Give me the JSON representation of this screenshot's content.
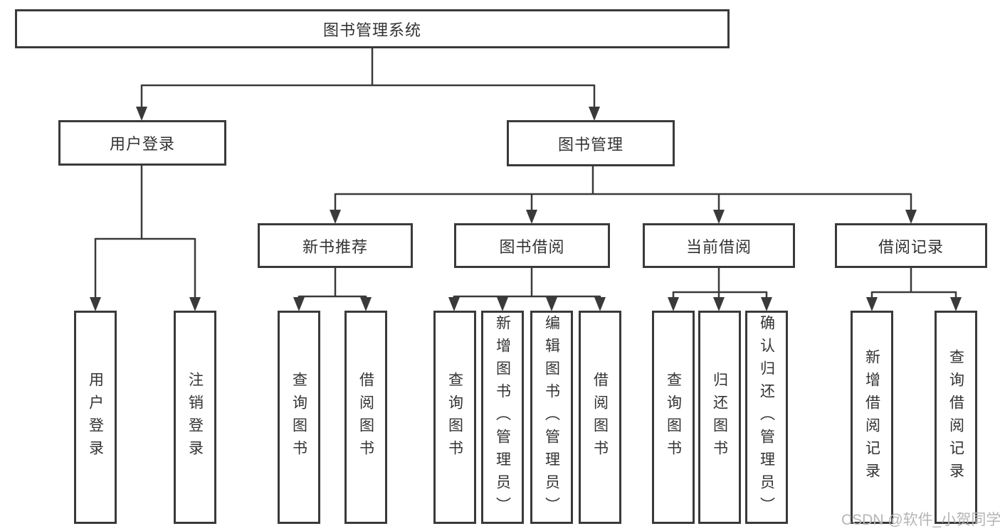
{
  "nodes": {
    "root": "图书管理系统",
    "user_login": "用户登录",
    "book_mgmt": "图书管理",
    "new_books": "新书推荐",
    "book_borrow": "图书借阅",
    "current_borrow": "当前借阅",
    "borrow_records": "借阅记录",
    "leaf_user_login": "用户登录",
    "leaf_logout": "注销登录",
    "leaf_nb_query": "查询图书",
    "leaf_nb_borrow": "借阅图书",
    "leaf_bb_query": "查询图书",
    "leaf_bb_add": "新增图书（管理员）",
    "leaf_bb_edit": "编辑图书（管理员）",
    "leaf_bb_borrow": "借阅图书",
    "leaf_cb_query": "查询图书",
    "leaf_cb_return": "归还图书",
    "leaf_cb_confirm": "确认归还（管理员）",
    "leaf_br_add": "新增借阅记录",
    "leaf_br_query": "查询借阅记录"
  },
  "watermark": {
    "text": "CSDN @软件_小贺同学"
  },
  "colors": {
    "line": "#3a3a3a",
    "text": "#333333",
    "watermark": "#b5b5b5",
    "background": "#ffffff"
  }
}
